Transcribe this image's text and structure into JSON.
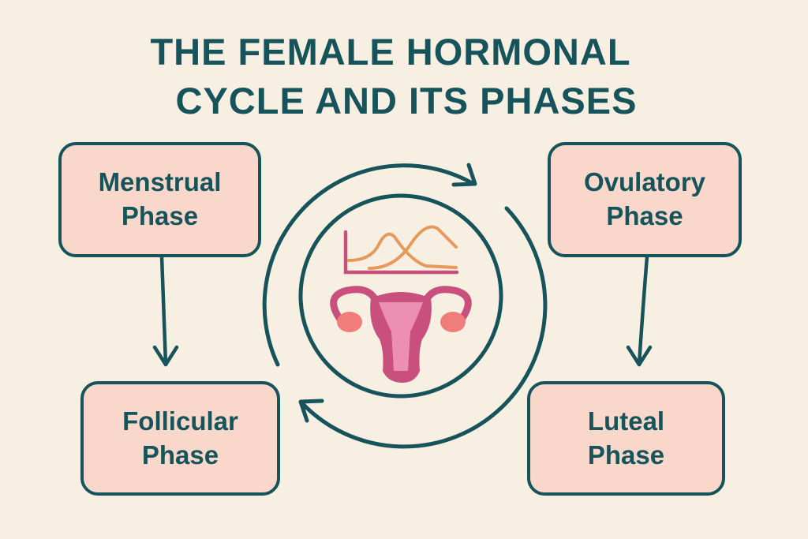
{
  "title": {
    "line1": "THE FEMALE HORMONAL",
    "line2": "CYCLE AND ITS PHASES"
  },
  "phases": [
    {
      "line1": "Menstrual",
      "line2": "Phase"
    },
    {
      "line1": "Ovulatory",
      "line2": "Phase"
    },
    {
      "line1": "Follicular",
      "line2": "Phase"
    },
    {
      "line1": "Luteal",
      "line2": "Phase"
    }
  ],
  "colors": {
    "background": "#f8efe3",
    "accent": "#16535a",
    "box_fill": "#f9d8cb",
    "uterus": "#c94f7c",
    "hormone_curve": "#e59a5c",
    "ovary": "#f07c7c"
  }
}
